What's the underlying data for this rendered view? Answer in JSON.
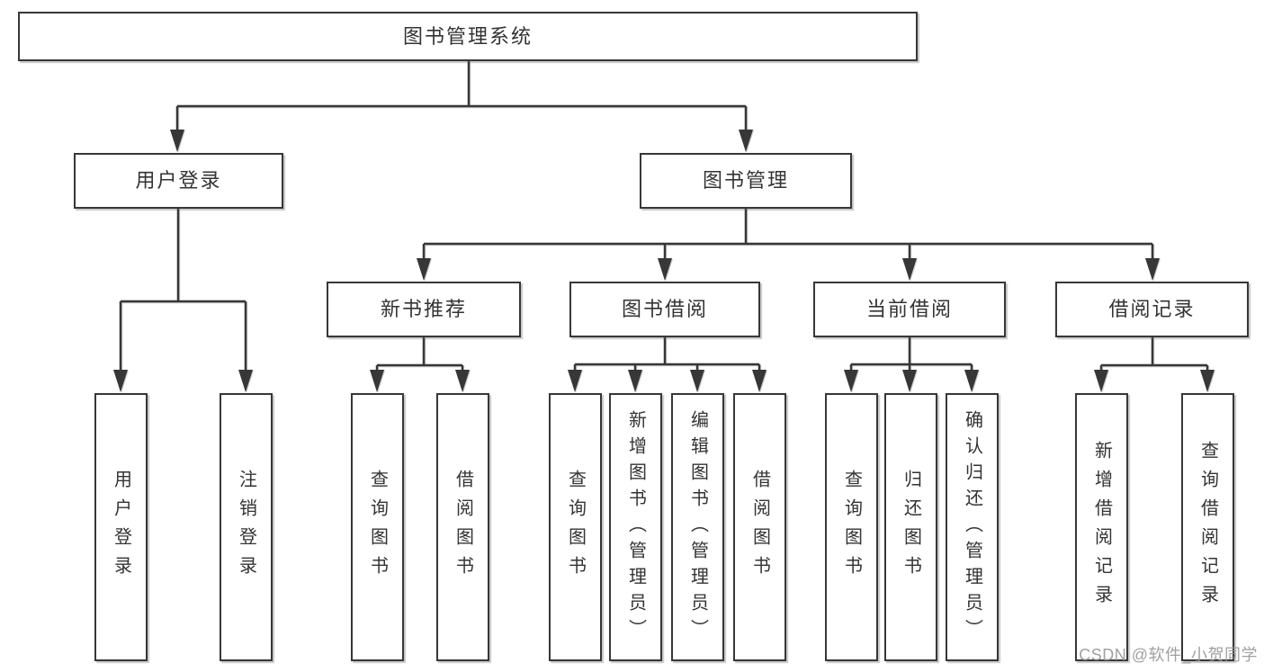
{
  "diagram": {
    "root_label": "图书管理系统",
    "level2": {
      "user_login": "用户登录",
      "book_mgmt": "图书管理"
    },
    "level3": {
      "new_books": "新书推荐",
      "borrowing": "图书借阅",
      "current": "当前借阅",
      "records": "借阅记录"
    },
    "leaves": {
      "user_login": "用户登录",
      "logout": "注销登录",
      "nb_query": "查询图书",
      "nb_borrow": "借阅图书",
      "bw_query": "查询图书",
      "bw_add": "新增图书（管理员）",
      "bw_edit": "编辑图书（管理员）",
      "bw_borrow": "借阅图书",
      "cur_query": "查询图书",
      "cur_return": "归还图书",
      "cur_confirm": "确认归还（管理员）",
      "rec_add": "新增借阅记录",
      "rec_query": "查询借阅记录"
    },
    "watermark": "CSDN @软件_小贺同学",
    "colors": {
      "line": "#373737",
      "box_border": "#373737",
      "text": "#333333",
      "watermark": "#969696",
      "background": "#ffffff"
    }
  }
}
